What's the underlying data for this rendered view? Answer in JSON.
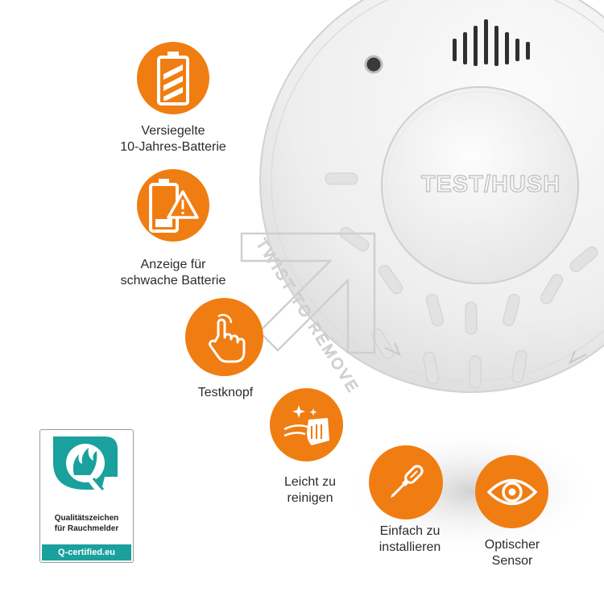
{
  "colors": {
    "accent": "#f07d12",
    "seal_teal": "#1aa19d",
    "device_white": "#eeeeee",
    "text": "#2b2b2b"
  },
  "device": {
    "button_label": "TEST/HUSH",
    "ring_text": "TWIST TO REMOVE"
  },
  "features": [
    {
      "icon": "battery-icon",
      "line1": "Versiegelte",
      "line2": "10-Jahres-Batterie"
    },
    {
      "icon": "low-battery-warning-icon",
      "line1": "Anzeige für",
      "line2": "schwache Batterie"
    },
    {
      "icon": "finger-press-icon",
      "line1": "Testknopf",
      "line2": ""
    },
    {
      "icon": "cleaning-cloth-icon",
      "line1": "Leicht zu",
      "line2": "reinigen"
    },
    {
      "icon": "screwdriver-icon",
      "line1": "Einfach zu",
      "line2": "installieren"
    },
    {
      "icon": "eye-icon",
      "line1": "Optischer",
      "line2": "Sensor"
    }
  ],
  "seal": {
    "line1": "Qualitätszeichen",
    "line2": "für Rauchmelder",
    "url": "Q-certified.eu"
  }
}
